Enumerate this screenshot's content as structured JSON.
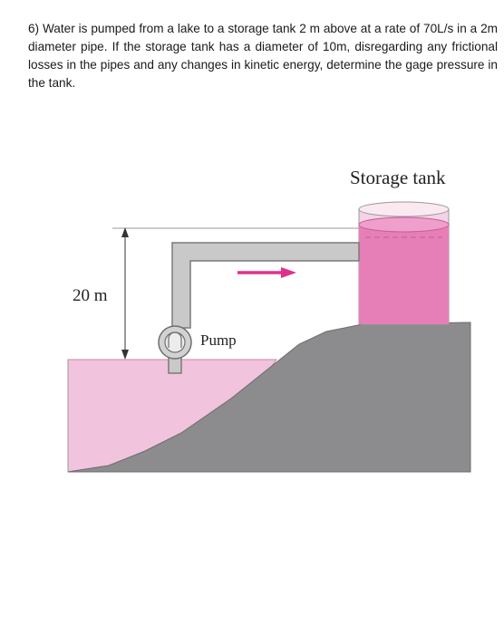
{
  "problem": {
    "text": "6) Water is pumped from a lake to a storage tank 2 m above at a rate of 70L/s in a 2m diameter pipe. If the storage tank has a diameter of 10m, disregarding any frictional losses in the pipes and any changes in kinetic energy, determine the gage pressure in the tank."
  },
  "figure": {
    "tank_label": "Storage tank",
    "height_label": "20 m",
    "pump_label": "Pump"
  },
  "colors": {
    "water": "#f1c3dc",
    "tank_water": "#e67fb7",
    "ground": "#8c8c8e",
    "pipe": "#c9c9c9",
    "arrow": "#e0308c"
  }
}
